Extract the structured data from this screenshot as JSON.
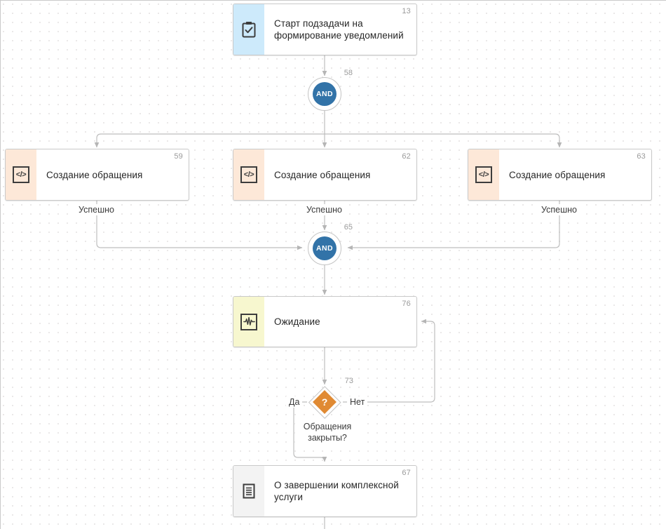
{
  "diagram": {
    "type": "bpmn-workflow",
    "background": "#ffffff",
    "grid_color": "#e8e6e6",
    "edge_color": "#bdbdbd",
    "nodes": [
      {
        "id": "13",
        "number": "13",
        "kind": "start-subprocess",
        "icon": "clipboard-check-icon",
        "band_color": "#cdeafb",
        "title": "Старт подзадачи на\nформирование уведомлений"
      },
      {
        "id": "58",
        "number": "58",
        "kind": "gateway-and-split",
        "label": "AND",
        "color": "#3273a8"
      },
      {
        "id": "59",
        "number": "59",
        "kind": "script-task",
        "icon": "code-icon",
        "band_color": "#fde8d8",
        "title": "Создание обращения"
      },
      {
        "id": "62",
        "number": "62",
        "kind": "script-task",
        "icon": "code-icon",
        "band_color": "#fde8d8",
        "title": "Создание обращения"
      },
      {
        "id": "63",
        "number": "63",
        "kind": "script-task",
        "icon": "code-icon",
        "band_color": "#fde8d8",
        "title": "Создание обращения"
      },
      {
        "id": "65",
        "number": "65",
        "kind": "gateway-and-join",
        "label": "AND",
        "color": "#3273a8"
      },
      {
        "id": "76",
        "number": "76",
        "kind": "wait-task",
        "icon": "pulse-icon",
        "band_color": "#f7f7cf",
        "title": "Ожидание"
      },
      {
        "id": "73",
        "number": "73",
        "kind": "decision",
        "glyph": "?",
        "color": "#e08a33",
        "title": "Обращения\nзакрыты?"
      },
      {
        "id": "67",
        "number": "67",
        "kind": "document-task",
        "icon": "document-icon",
        "band_color": "#f3f3f3",
        "title": "О завершении комплексной\nуслуги"
      }
    ],
    "edge_labels": {
      "success_left": "Успешно",
      "success_center": "Успешно",
      "success_right": "Успешно",
      "yes": "Да",
      "no": "Нет"
    }
  }
}
